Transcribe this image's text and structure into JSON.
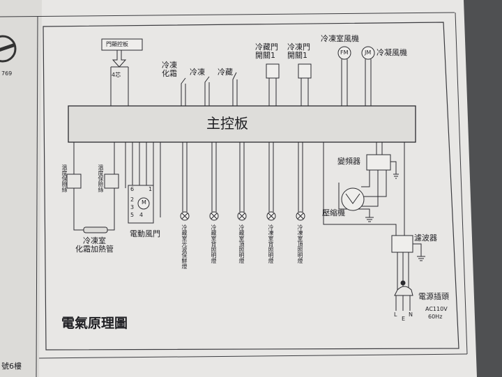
{
  "diagram": {
    "title": "電氣原理圖",
    "main_board": "主控板",
    "door_control_board": "門顯控板",
    "cable_count": "4芯",
    "top_components": {
      "defrost_label": "冷凍\n化霜",
      "freezer_sensor": "冷凍",
      "fridge_sensor": "冷藏",
      "fridge_door_switch": "冷藏門\n開關1",
      "freezer_door_switch": "冷凍門\n開關1",
      "freezer_fan": "冷凍室風機",
      "condenser_fan": "冷凝風機",
      "fm": "FM",
      "jm": "JM"
    },
    "left_components": {
      "temp_fuse_1": "溫度保險絲",
      "temp_fuse_2": "溫度保險絲",
      "defrost_heater": "冷凍室\n化霜加熱管",
      "electric_damper": "電動風門",
      "damper_pins": [
        "6",
        "1",
        "2",
        "3",
        "5",
        "4"
      ],
      "motor": "M"
    },
    "lamps": [
      "冷藏室光波保鮮燈",
      "冷藏室背照明燈",
      "冷藏室頂照明燈",
      "冷凍室背照明燈",
      "冷凍室頂照明燈"
    ],
    "right_components": {
      "inverter": "變頻器",
      "compressor": "壓縮機",
      "filter": "濾波器",
      "power_plug": "電源插頭",
      "voltage": "AC110V",
      "frequency": "60Hz",
      "plug_pins": [
        "L",
        "E",
        "N"
      ]
    },
    "edge_text": {
      "left_page_code": "769",
      "left_page_address": "號6樓"
    }
  },
  "colors": {
    "background": "#5a5b5d",
    "paper": "#e6e5e3",
    "ink": "#2a2a2e",
    "board_fill": "#deddda"
  }
}
